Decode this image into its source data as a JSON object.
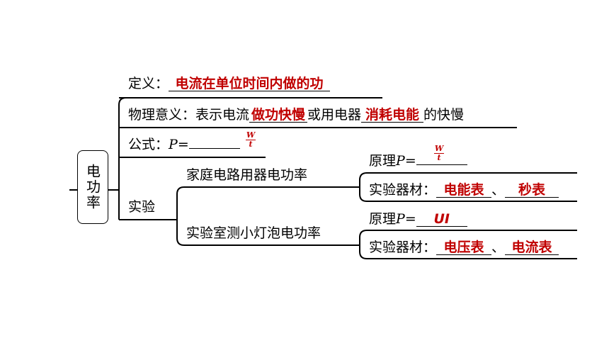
{
  "center": {
    "label": "电功率"
  },
  "definition": {
    "prefix": "定义：",
    "answer": "电流在单位时间内做的功"
  },
  "meaning": {
    "prefix": "物理意义：表示电流",
    "answer1": "做功快慢",
    "middle": "或用电器",
    "answer2": "消耗电能",
    "suffix": "的快慢"
  },
  "formula": {
    "prefix": "公式：",
    "var": "P",
    "eq": "=",
    "numerator": "W",
    "denominator": "t"
  },
  "experiment": {
    "label": "实验",
    "household": {
      "label": "家庭电路用器电功率",
      "principle_prefix": "原理",
      "var": "P",
      "eq": "=",
      "numerator": "W",
      "denominator": "t",
      "equipment_prefix": "实验器材：",
      "item1": "电能表",
      "sep": "、",
      "item2": "秒表"
    },
    "lab": {
      "label": "实验室测小灯泡电功率",
      "principle_prefix": "原理",
      "var": "P",
      "eq": "=",
      "answer": "UI",
      "equipment_prefix": "实验器材：",
      "item1": "电压表",
      "sep": "、",
      "item2": "电流表"
    }
  },
  "colors": {
    "answer": "#c00000",
    "line": "#000000"
  }
}
